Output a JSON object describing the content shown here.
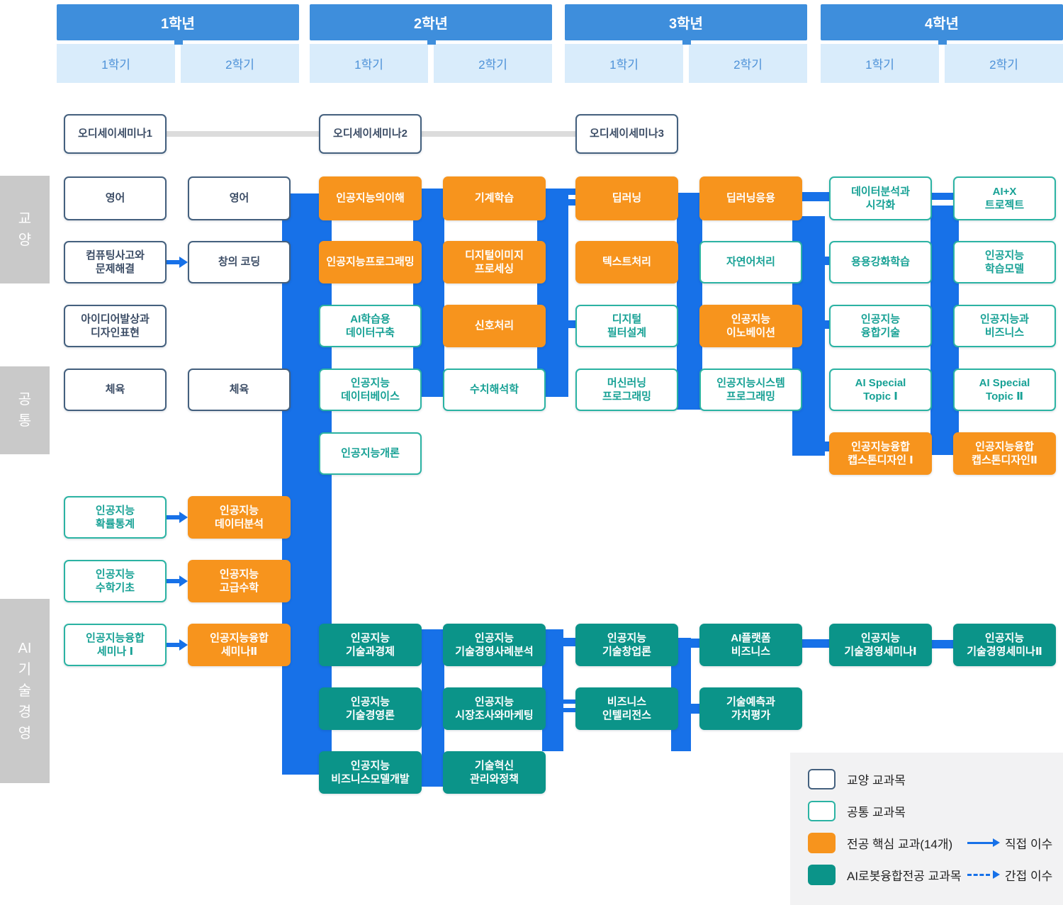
{
  "colors": {
    "year_header": "#3E8EDC",
    "semester_bg": "#D9ECFB",
    "semester_text": "#4E92D8",
    "connector": "#1771E8",
    "core_orange": "#F7941D",
    "mot_teal": "#0B9489",
    "common_border": "#2BB3A3",
    "gen_border": "#44607E",
    "category_bg": "#C9C9C9",
    "odyssey_line": "#DCDCDC",
    "legend_bg": "#F2F2F3"
  },
  "years": [
    {
      "label": "1학년",
      "semesters": [
        "1학기",
        "2학기"
      ]
    },
    {
      "label": "2학년",
      "semesters": [
        "1학기",
        "2학기"
      ]
    },
    {
      "label": "3학년",
      "semesters": [
        "1학기",
        "2학기"
      ]
    },
    {
      "label": "4학년",
      "semesters": [
        "1학기",
        "2학기"
      ]
    }
  ],
  "categories": [
    {
      "label": "교양",
      "chars": [
        "교",
        "양"
      ]
    },
    {
      "label": "공통",
      "chars": [
        "공",
        "통"
      ]
    },
    {
      "label": "AI기술경영",
      "chars": [
        "AI",
        "기",
        "술",
        "경",
        "영"
      ]
    }
  ],
  "courses": [
    {
      "lines": [
        "오디세이세미나1"
      ],
      "type": "gen",
      "col": 1,
      "row": "OD"
    },
    {
      "lines": [
        "오디세이세미나2"
      ],
      "type": "gen",
      "col": 3,
      "row": "OD"
    },
    {
      "lines": [
        "오디세이세미나3"
      ],
      "type": "gen",
      "col": 5,
      "row": "OD"
    },
    {
      "lines": [
        "영어"
      ],
      "type": "gen",
      "col": 1,
      "row": "A"
    },
    {
      "lines": [
        "컴퓨팅사고와",
        "문제해결"
      ],
      "type": "gen",
      "col": 1,
      "row": "B"
    },
    {
      "lines": [
        "아이디어발상과",
        "디자인표현"
      ],
      "type": "gen",
      "col": 1,
      "row": "C"
    },
    {
      "lines": [
        "체육"
      ],
      "type": "gen",
      "col": 1,
      "row": "D"
    },
    {
      "lines": [
        "인공지능",
        "확률통계"
      ],
      "type": "common",
      "col": 1,
      "row": "F"
    },
    {
      "lines": [
        "인공지능",
        "수학기초"
      ],
      "type": "common",
      "col": 1,
      "row": "G"
    },
    {
      "lines": [
        "인공지능융합",
        "세미나 Ⅰ"
      ],
      "type": "common",
      "col": 1,
      "row": "H"
    },
    {
      "lines": [
        "영어"
      ],
      "type": "gen",
      "col": 2,
      "row": "A"
    },
    {
      "lines": [
        "창의 코딩"
      ],
      "type": "gen",
      "col": 2,
      "row": "B"
    },
    {
      "lines": [
        "체육"
      ],
      "type": "gen",
      "col": 2,
      "row": "D"
    },
    {
      "lines": [
        "인공지능",
        "데이터분석"
      ],
      "type": "core",
      "col": 2,
      "row": "F"
    },
    {
      "lines": [
        "인공지능",
        "고급수학"
      ],
      "type": "core",
      "col": 2,
      "row": "G"
    },
    {
      "lines": [
        "인공지능융합",
        "세미나Ⅱ"
      ],
      "type": "core",
      "col": 2,
      "row": "H"
    },
    {
      "lines": [
        "인공지능의이해"
      ],
      "type": "core",
      "col": 3,
      "row": "A"
    },
    {
      "lines": [
        "인공지능프로그래밍"
      ],
      "type": "core",
      "col": 3,
      "row": "B"
    },
    {
      "lines": [
        "AI학습용",
        "데이터구축"
      ],
      "type": "common",
      "col": 3,
      "row": "C"
    },
    {
      "lines": [
        "인공지능",
        "데이터베이스"
      ],
      "type": "common",
      "col": 3,
      "row": "D"
    },
    {
      "lines": [
        "인공지능개론"
      ],
      "type": "common",
      "col": 3,
      "row": "E"
    },
    {
      "lines": [
        "인공지능",
        "기술과경제"
      ],
      "type": "mot",
      "col": 3,
      "row": "H"
    },
    {
      "lines": [
        "인공지능",
        "기술경영론"
      ],
      "type": "mot",
      "col": 3,
      "row": "I"
    },
    {
      "lines": [
        "인공지능",
        "비즈니스모델개발"
      ],
      "type": "mot",
      "col": 3,
      "row": "J"
    },
    {
      "lines": [
        "기계학습"
      ],
      "type": "core",
      "col": 4,
      "row": "A"
    },
    {
      "lines": [
        "디지털이미지",
        "프로세싱"
      ],
      "type": "core",
      "col": 4,
      "row": "B"
    },
    {
      "lines": [
        "신호처리"
      ],
      "type": "core",
      "col": 4,
      "row": "C"
    },
    {
      "lines": [
        "수치해석학"
      ],
      "type": "common",
      "col": 4,
      "row": "D"
    },
    {
      "lines": [
        "인공지능",
        "기술경영사례분석"
      ],
      "type": "mot",
      "col": 4,
      "row": "H"
    },
    {
      "lines": [
        "인공지능",
        "시장조사와마케팅"
      ],
      "type": "mot",
      "col": 4,
      "row": "I"
    },
    {
      "lines": [
        "기술혁신",
        "관리와정책"
      ],
      "type": "mot",
      "col": 4,
      "row": "J"
    },
    {
      "lines": [
        "딥러닝"
      ],
      "type": "core",
      "col": 5,
      "row": "A"
    },
    {
      "lines": [
        "텍스트처리"
      ],
      "type": "core",
      "col": 5,
      "row": "B"
    },
    {
      "lines": [
        "디지털",
        "필터설계"
      ],
      "type": "common",
      "col": 5,
      "row": "C"
    },
    {
      "lines": [
        "머신러닝",
        "프로그래밍"
      ],
      "type": "common",
      "col": 5,
      "row": "D"
    },
    {
      "lines": [
        "인공지능",
        "기술창업론"
      ],
      "type": "mot",
      "col": 5,
      "row": "H"
    },
    {
      "lines": [
        "비즈니스",
        "인텔리전스"
      ],
      "type": "mot",
      "col": 5,
      "row": "I"
    },
    {
      "lines": [
        "딥러닝응용"
      ],
      "type": "core",
      "col": 6,
      "row": "A"
    },
    {
      "lines": [
        "자연어처리"
      ],
      "type": "common",
      "col": 6,
      "row": "B"
    },
    {
      "lines": [
        "인공지능",
        "이노베이션"
      ],
      "type": "core",
      "col": 6,
      "row": "C"
    },
    {
      "lines": [
        "인공지능시스템",
        "프로그래밍"
      ],
      "type": "common",
      "col": 6,
      "row": "D"
    },
    {
      "lines": [
        "AI플랫폼",
        "비즈니스"
      ],
      "type": "mot",
      "col": 6,
      "row": "H"
    },
    {
      "lines": [
        "기술예측과",
        "가치평가"
      ],
      "type": "mot",
      "col": 6,
      "row": "I"
    },
    {
      "lines": [
        "데이터분석과",
        "시각화"
      ],
      "type": "common",
      "col": 7,
      "row": "A"
    },
    {
      "lines": [
        "용용강화학습"
      ],
      "type": "common",
      "col": 7,
      "row": "B"
    },
    {
      "lines": [
        "인공지능",
        "융합기술"
      ],
      "type": "common",
      "col": 7,
      "row": "C"
    },
    {
      "lines": [
        "AI Special",
        "Topic Ⅰ"
      ],
      "type": "common",
      "col": 7,
      "row": "D"
    },
    {
      "lines": [
        "인공지능융합",
        "캡스톤디자인 Ⅰ"
      ],
      "type": "core",
      "col": 7,
      "row": "E"
    },
    {
      "lines": [
        "인공지능",
        "기술경영세미나Ⅰ"
      ],
      "type": "mot",
      "col": 7,
      "row": "H"
    },
    {
      "lines": [
        "AI+X",
        "트로젝트"
      ],
      "type": "common",
      "col": 8,
      "row": "A"
    },
    {
      "lines": [
        "인공지능",
        "학습모델"
      ],
      "type": "common",
      "col": 8,
      "row": "B"
    },
    {
      "lines": [
        "인공지능과",
        "비즈니스"
      ],
      "type": "common",
      "col": 8,
      "row": "C"
    },
    {
      "lines": [
        "AI Special",
        "Topic Ⅱ"
      ],
      "type": "common",
      "col": 8,
      "row": "D"
    },
    {
      "lines": [
        "인공지능융합",
        "캡스톤디자인Ⅱ"
      ],
      "type": "core",
      "col": 8,
      "row": "E"
    },
    {
      "lines": [
        "인공지능",
        "기술경영세미나Ⅱ"
      ],
      "type": "mot",
      "col": 8,
      "row": "H"
    }
  ],
  "legend": {
    "items": [
      {
        "swatch": "gen",
        "label": "교양 교과목"
      },
      {
        "swatch": "common",
        "label": "공통 교과목"
      },
      {
        "swatch": "core",
        "label": "전공 핵심 교과(14개)"
      },
      {
        "swatch": "mot",
        "label": "AI로봇융합전공 교과목"
      }
    ],
    "arrows": [
      {
        "style": "solid",
        "label": "직접 이수"
      },
      {
        "style": "dashed",
        "label": "간접 이수"
      }
    ]
  }
}
